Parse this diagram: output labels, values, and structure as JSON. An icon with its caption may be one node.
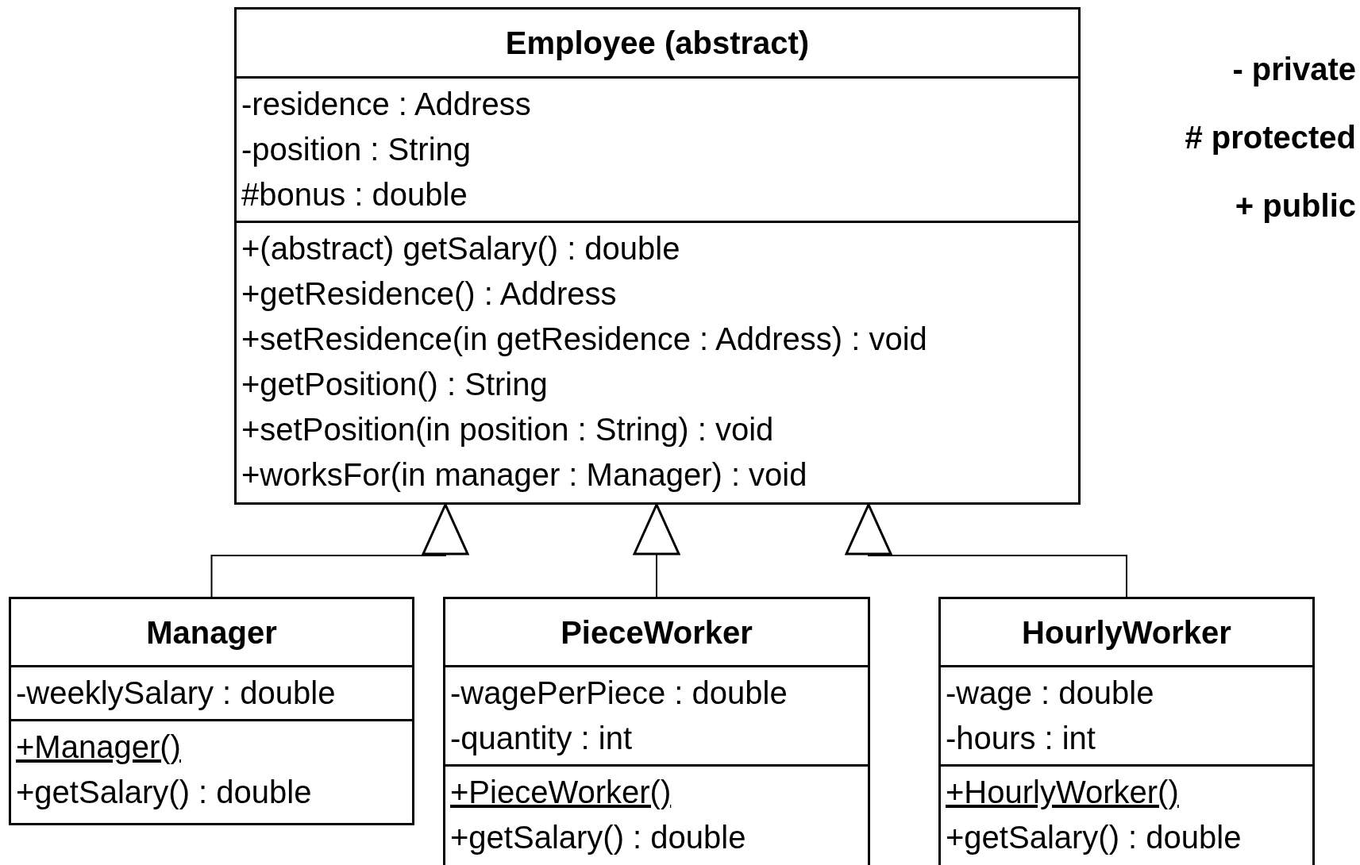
{
  "diagram": {
    "nodes": [
      {
        "text": [
          "Employee (abstract)"
        ]
      },
      {
        "text": [
          "-residence : Address",
          "-position : String",
          "#bonus : double"
        ],
        "in": 0
      },
      {
        "text": [
          "+(abstract) getSalary() : double",
          "+getResidence() : Address",
          "+setResidence(in getResidence : Address) : void",
          "+getPosition() : String",
          "+setPosition(in position : String) : void",
          "+worksFor(in manager : Manager) : void"
        ],
        "in": 0
      },
      {
        "text": [
          "Manager"
        ]
      },
      {
        "text": [
          "-weeklySalary : double"
        ],
        "in": 3
      },
      {
        "text": [
          "+Manager()",
          "+getSalary() : double"
        ],
        "in": 3
      },
      {
        "text": [
          "PieceWorker"
        ]
      },
      {
        "text": [
          "-wagePerPiece : double",
          "-quantity : int"
        ],
        "in": 6
      },
      {
        "text": [
          "+PieceWorker()",
          "+getSalary() : double"
        ],
        "in": 6
      },
      {
        "text": [
          "HourlyWorker"
        ]
      },
      {
        "text": [
          "-wage : double",
          "-hours : int"
        ],
        "in": 9
      },
      {
        "text": [
          "+HourlyWorker()",
          "+getSalary() : double"
        ],
        "in": 9
      }
    ],
    "edges": [
      {
        "from": 3,
        "to": 0,
        "arrow": "to"
      },
      {
        "from": 6,
        "to": 0,
        "arrow": "to"
      },
      {
        "from": 9,
        "to": 0,
        "arrow": "to"
      }
    ],
    "labels": [
      "- private",
      "# protected",
      "+ public"
    ]
  }
}
